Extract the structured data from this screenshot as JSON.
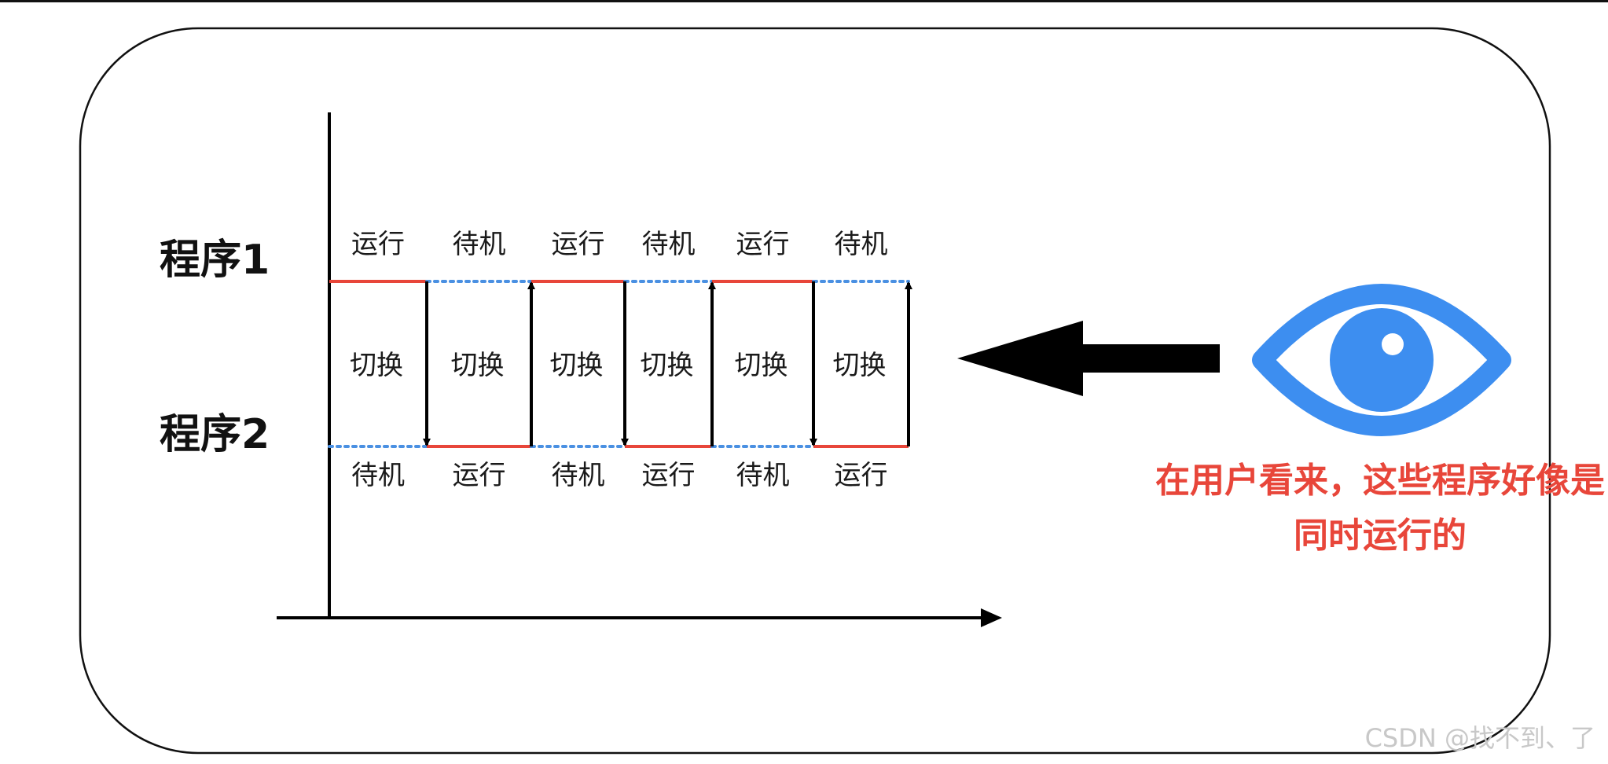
{
  "diagram": {
    "program_1_label": "程序1",
    "program_2_label": "程序2",
    "program_1_states": [
      "运行",
      "待机",
      "运行",
      "待机",
      "运行",
      "待机"
    ],
    "program_2_states": [
      "待机",
      "运行",
      "待机",
      "运行",
      "待机",
      "运行"
    ],
    "switch_labels": [
      "切换",
      "切换",
      "切换",
      "切换",
      "切换",
      "切换"
    ],
    "switch_directions": [
      "down",
      "up",
      "down",
      "up",
      "down",
      "up"
    ]
  },
  "note": {
    "line_1": "在用户看来，这些程序好像是",
    "line_2": "同时运行的"
  },
  "watermark": "CSDN @找不到、了",
  "colors": {
    "running": "#e8463a",
    "idle": "#4a90e2",
    "eye": "#3d8ef0",
    "note": "#e8463a",
    "axis": "#000000",
    "watermark": "#c8c8c8"
  },
  "icons": {
    "viewer": "eye-icon",
    "direction": "left-arrow-icon"
  }
}
